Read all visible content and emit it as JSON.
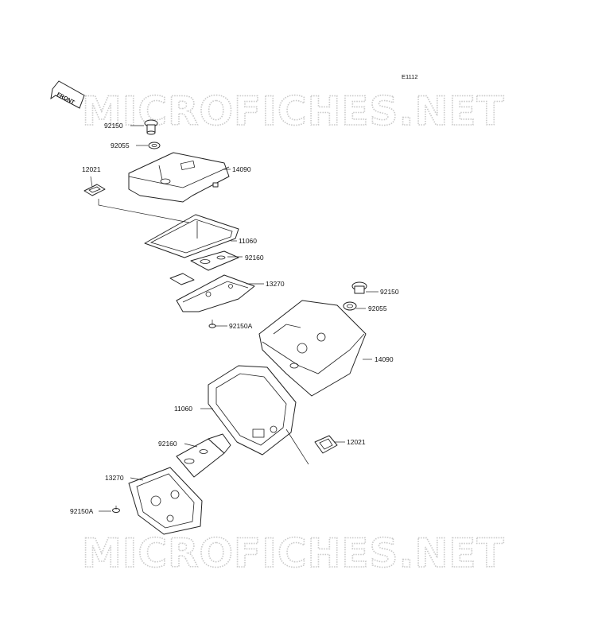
{
  "diagram_code": "E1112",
  "front_label": "FRONT",
  "watermark_text": "MICROFICHES.NET",
  "upper_group": {
    "cap_bolt": "92150",
    "washer": "92055",
    "cover": "14090",
    "grommet": "12021",
    "gasket": "11060",
    "plate": "92160",
    "bracket": "13270",
    "bracket_bolt": "92150A"
  },
  "lower_group": {
    "cap_bolt": "92150",
    "washer": "92055",
    "cover": "14090",
    "gasket": "11060",
    "plate": "92160",
    "grommet": "12021",
    "bracket": "13270",
    "bracket_bolt": "92150A"
  }
}
